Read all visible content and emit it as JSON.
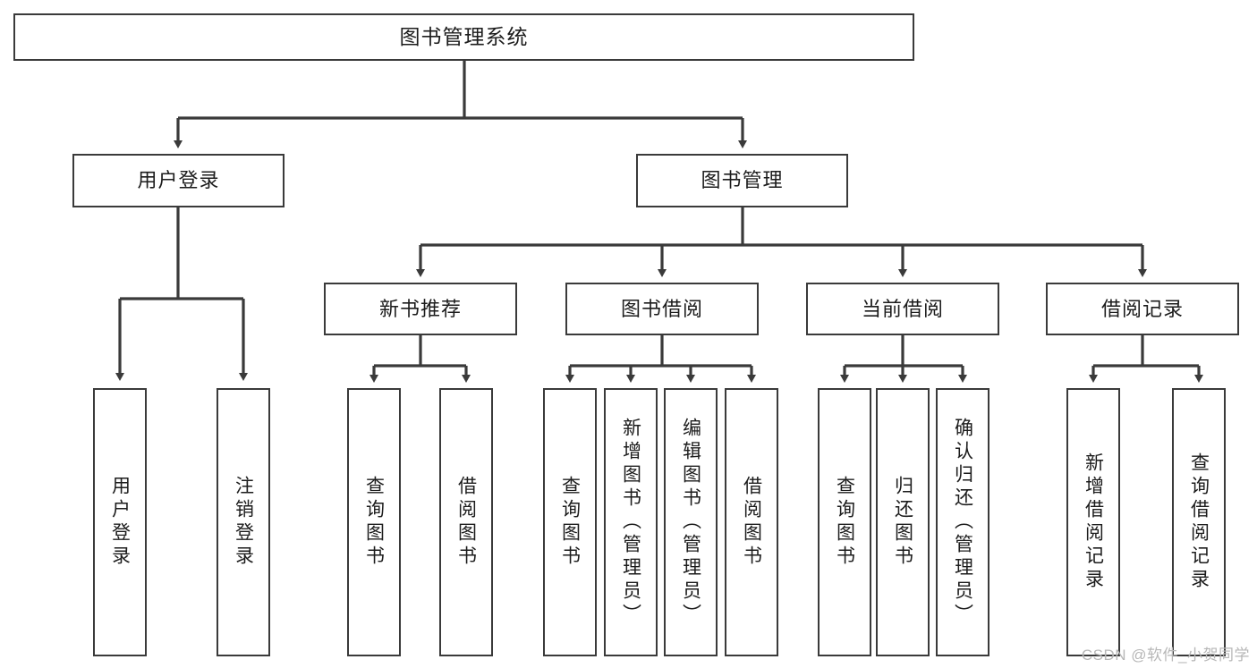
{
  "diagram": {
    "title": "图书管理系统",
    "watermark": "CSDN @软件_小贺同学",
    "colors": {
      "box_border": "#3a3a3a",
      "edge": "#3a3a3a",
      "background": "#ffffff",
      "text": "#1c1c1c",
      "watermark": "#b7b7b7"
    },
    "levels": {
      "root": "图书管理系统",
      "level2": [
        "用户登录",
        "图书管理"
      ],
      "level3": [
        "新书推荐",
        "图书借阅",
        "当前借阅",
        "借阅记录"
      ]
    },
    "nodes": {
      "root": "图书管理系统",
      "user_login": "用户登录",
      "book_manage": "图书管理",
      "new_book_rec": "新书推荐",
      "book_borrow": "图书借阅",
      "current_borrow": "当前借阅",
      "borrow_record": "借阅记录",
      "leaf_user_login": "用户登录",
      "leaf_user_logout": "注销登录",
      "leaf_query_book_1": "查询图书",
      "leaf_borrow_book_1": "借阅图书",
      "leaf_query_book_2": "查询图书",
      "leaf_add_book": "新增图书（管理员）",
      "leaf_edit_book": "编辑图书（管理员）",
      "leaf_borrow_book_2": "借阅图书",
      "leaf_query_book_3": "查询图书",
      "leaf_return_book": "归还图书",
      "leaf_confirm_return": "确认归还（管理员）",
      "leaf_add_record": "新增借阅记录",
      "leaf_query_record": "查询借阅记录"
    },
    "structure": [
      {
        "label": "图书管理系统",
        "children": [
          {
            "label": "用户登录",
            "children": [
              {
                "label": "用户登录",
                "children": []
              },
              {
                "label": "注销登录",
                "children": []
              }
            ]
          },
          {
            "label": "图书管理",
            "children": [
              {
                "label": "新书推荐",
                "children": [
                  {
                    "label": "查询图书",
                    "children": []
                  },
                  {
                    "label": "借阅图书",
                    "children": []
                  }
                ]
              },
              {
                "label": "图书借阅",
                "children": [
                  {
                    "label": "查询图书",
                    "children": []
                  },
                  {
                    "label": "新增图书（管理员）",
                    "children": []
                  },
                  {
                    "label": "编辑图书（管理员）",
                    "children": []
                  },
                  {
                    "label": "借阅图书",
                    "children": []
                  }
                ]
              },
              {
                "label": "当前借阅",
                "children": [
                  {
                    "label": "查询图书",
                    "children": []
                  },
                  {
                    "label": "归还图书",
                    "children": []
                  },
                  {
                    "label": "确认归还（管理员）",
                    "children": []
                  }
                ]
              },
              {
                "label": "借阅记录",
                "children": [
                  {
                    "label": "新增借阅记录",
                    "children": []
                  },
                  {
                    "label": "查询借阅记录",
                    "children": []
                  }
                ]
              }
            ]
          }
        ]
      }
    ]
  }
}
